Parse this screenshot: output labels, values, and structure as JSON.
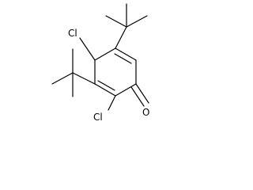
{
  "molecule": {
    "atoms": {
      "cl_top": "Cl",
      "cl_bottom": "Cl",
      "oxygen": "O"
    },
    "bond_color": "#000000",
    "background": "#ffffff"
  }
}
